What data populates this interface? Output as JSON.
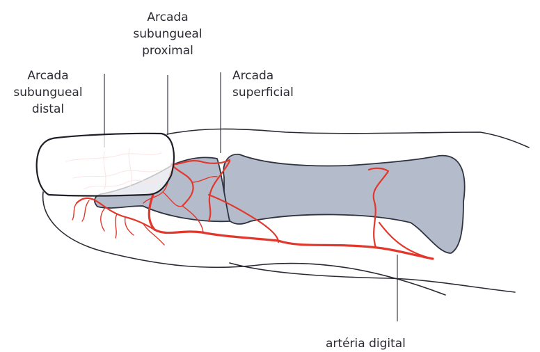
{
  "labels": {
    "distal": [
      "Arcada",
      "subungueal",
      "distal"
    ],
    "proximal": [
      "Arcada",
      "subungueal",
      "proximal"
    ],
    "superficial": [
      "Arcada",
      "superficial"
    ],
    "digital": [
      "artéria digital"
    ]
  },
  "colors": {
    "vessel": "#e1372c",
    "bone": "#b4bccb",
    "outline": "#2a2a33",
    "text": "#2b2b33"
  }
}
